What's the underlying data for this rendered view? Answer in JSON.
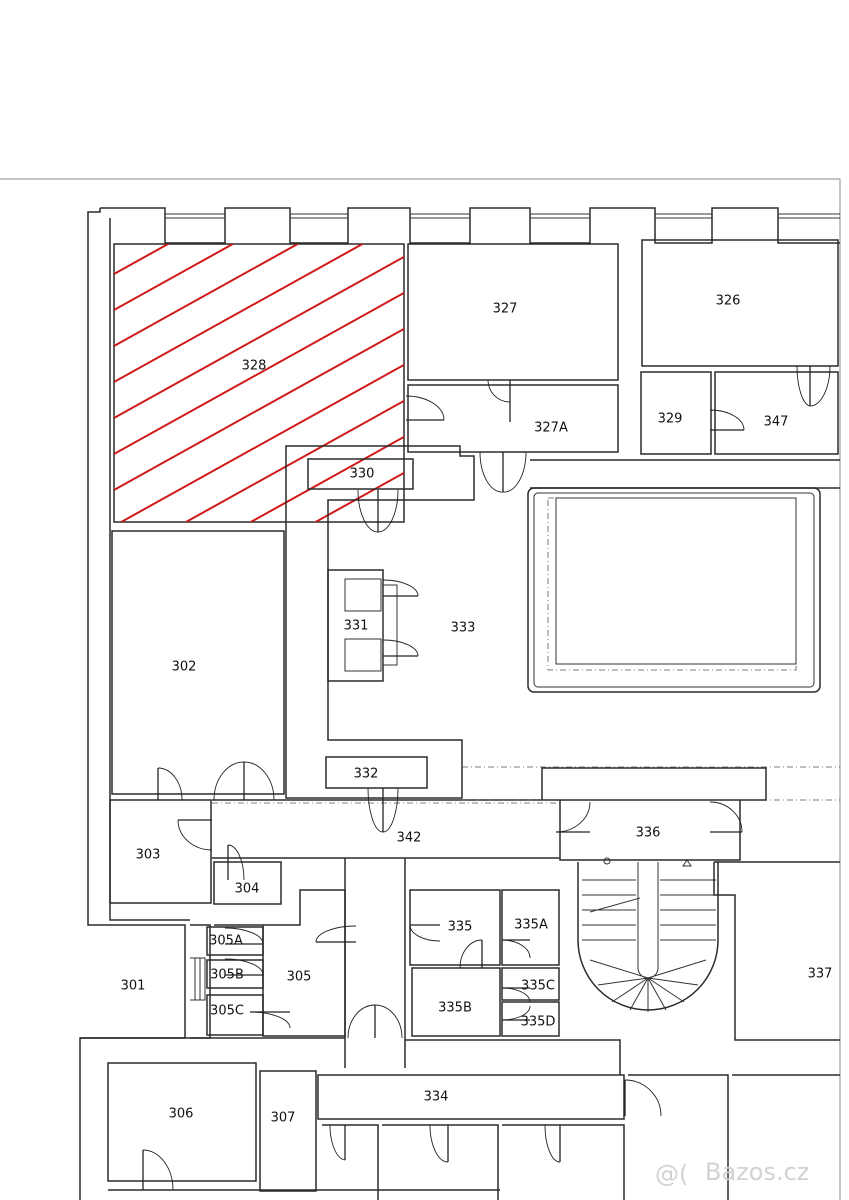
{
  "rooms": {
    "r301": "301",
    "r302": "302",
    "r303": "303",
    "r304": "304",
    "r305": "305",
    "r305A": "305A",
    "r305B": "305B",
    "r305C": "305C",
    "r306": "306",
    "r307": "307",
    "r326": "326",
    "r327": "327",
    "r327A": "327A",
    "r328": "328",
    "r329": "329",
    "r330": "330",
    "r331": "331",
    "r332": "332",
    "r333": "333",
    "r334": "334",
    "r335": "335",
    "r335A": "335A",
    "r335B": "335B",
    "r335C": "335C",
    "r335D": "335D",
    "r336": "336",
    "r337": "337",
    "r342": "342",
    "r347": "347"
  },
  "highlighted_room": "328",
  "colors": {
    "highlight": "#d01818",
    "walls": "#2b2b2b",
    "background": "#ffffff"
  },
  "watermark": {
    "icon": "at-sign-logo",
    "text": "Bazos.cz"
  }
}
